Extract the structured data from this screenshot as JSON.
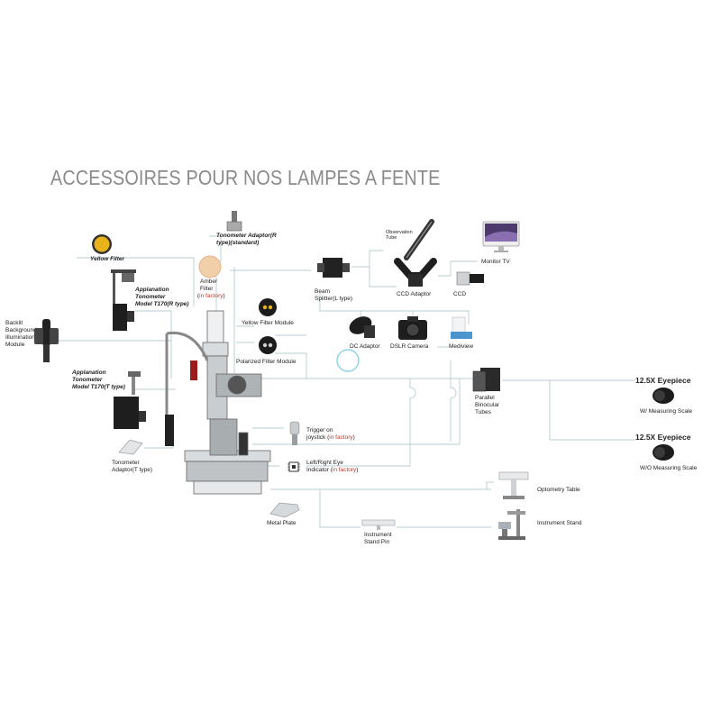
{
  "title": "ACCESSOIRES POUR NOS LAMPES A FENTE",
  "colors": {
    "wire": "#b8cbd2",
    "title": "#8a8a8a",
    "highlight": "#c0392b",
    "filter_yellow": "#e8b21a",
    "filter_amber": "#f1cfa8",
    "mediview_blue": "#2f84c6"
  },
  "labels": {
    "yellow_filter": "Yellow Filter",
    "tonometer_adaptor_r_l1": "Tonometer Adaptor(R",
    "tonometer_adaptor_r_l2": "type)(standard)",
    "amber_filter_l1": "Amber",
    "amber_filter_l2": "Filter",
    "in_factory": "in factory",
    "applanation_r_l1": "Applanation",
    "applanation_r_l2": "Tonometer",
    "applanation_r_l3": "Model T170(R type)",
    "backlit_l1": "Backlit",
    "backlit_l2": "Background",
    "backlit_l3": "Illumination",
    "backlit_l4": "Module",
    "applanation_t_l1": "Applanation",
    "applanation_t_l2": "Tonometer",
    "applanation_t_l3": "Model T170(T type)",
    "tonometer_adaptor_t_l1": "Tonometer",
    "tonometer_adaptor_t_l2": "Adaptor(T type)",
    "yellow_filter_module": "Yellow Filter Module",
    "polarized_filter_module": "Polarized Filter Module",
    "observation_tube_l1": "Observation",
    "observation_tube_l2": "Tube",
    "monitor_tv": "Monitor TV",
    "beam_splitter_l1": "Beam",
    "beam_splitter_l2": "Splitter(L type)",
    "ccd_adaptor": "CCD Adaptor",
    "ccd": "CCD",
    "dc_adaptor": "DC Adaptor",
    "dslr_camera": "DSLR Camera",
    "mediview": "Mediview",
    "parallel_l1": "Parallel",
    "parallel_l2": "Binocular",
    "parallel_l3": "Tubes",
    "eyepiece_a": "12.5X Eyepiece",
    "measuring_a": "W/ Measuring Scale",
    "eyepiece_b": "12.5X Eyepiece",
    "measuring_b": "W/O Measuring Scale",
    "trigger_l1": "Trigger on",
    "trigger_l2": "joystick",
    "eye_indicator_l1": "Left/Right Eye",
    "eye_indicator_l2": "Indicator",
    "metal_plate": "Metal Plate",
    "stand_pin_l1": "Instrument",
    "stand_pin_l2": "Stand Pin",
    "optometry_table": "Optometry Table",
    "instrument_stand": "Instrument  Stand"
  },
  "icons": [
    "slit-lamp",
    "yellow-filter",
    "amber-filter",
    "tonometer-adaptor-r",
    "applanation-tonometer-r",
    "backlit-module",
    "applanation-tonometer-t",
    "tonometer-adaptor-t",
    "yellow-filter-module",
    "polarized-filter-module",
    "observation-tube",
    "monitor-tv",
    "beam-splitter",
    "ccd-adaptor",
    "ccd-camera",
    "dc-adaptor",
    "dslr-camera",
    "mediview",
    "parallel-binocular-tubes",
    "eyepiece",
    "trigger-joystick",
    "eye-indicator-chip",
    "metal-plate",
    "instrument-stand-pin",
    "optometry-table",
    "instrument-stand"
  ]
}
